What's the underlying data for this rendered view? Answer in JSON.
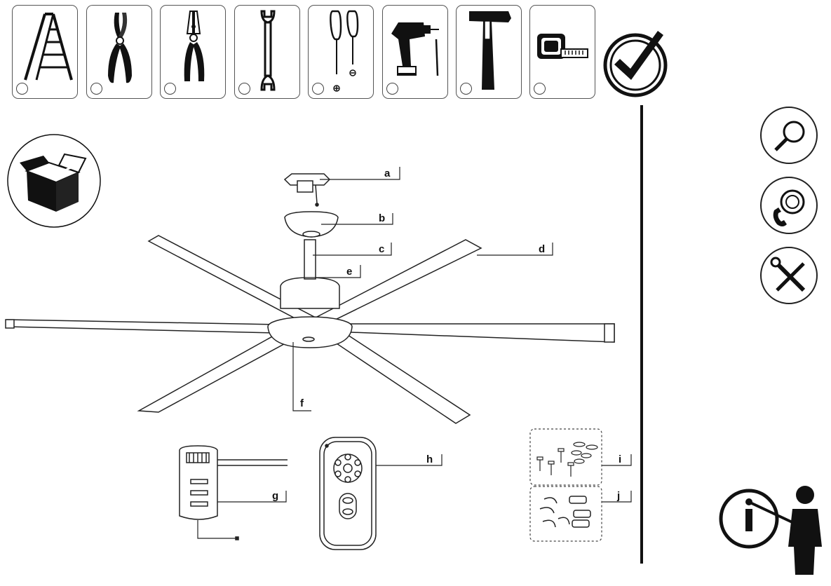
{
  "tools": [
    {
      "icon": "ladder-icon"
    },
    {
      "icon": "pliers-icon"
    },
    {
      "icon": "wire-stripper-icon"
    },
    {
      "icon": "wrench-icon"
    },
    {
      "icon": "screwdrivers-icon"
    },
    {
      "icon": "drill-icon"
    },
    {
      "icon": "hammer-icon"
    },
    {
      "icon": "tape-measure-icon"
    }
  ],
  "parts": {
    "a": "a",
    "b": "b",
    "c": "c",
    "d": "d",
    "e": "e",
    "f": "f",
    "g": "g",
    "h": "h",
    "i": "i",
    "j": "j"
  },
  "side_icons": [
    "magnifier-icon",
    "support-phone-icon",
    "tools-cross-icon"
  ],
  "colors": {
    "line": "#111111",
    "accent": "#111111"
  }
}
